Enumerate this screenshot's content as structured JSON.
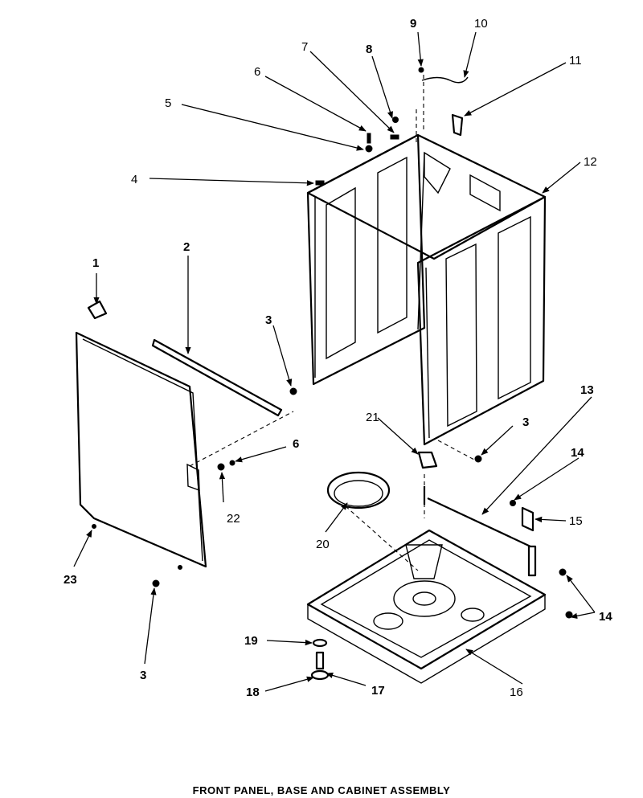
{
  "diagram": {
    "caption": "FRONT PANEL, BASE AND CABINET ASSEMBLY",
    "callouts": {
      "c1": "1",
      "c2": "2",
      "c3a": "3",
      "c3b": "3",
      "c3c": "3",
      "c4": "4",
      "c5": "5",
      "c6a": "6",
      "c6b": "6",
      "c7": "7",
      "c8": "8",
      "c9": "9",
      "c10": "10",
      "c11": "11",
      "c12": "12",
      "c13": "13",
      "c14a": "14",
      "c14b": "14",
      "c15": "15",
      "c16": "16",
      "c17": "17",
      "c18": "18",
      "c19": "19",
      "c20": "20",
      "c21": "21",
      "c22": "22",
      "c23": "23"
    }
  }
}
